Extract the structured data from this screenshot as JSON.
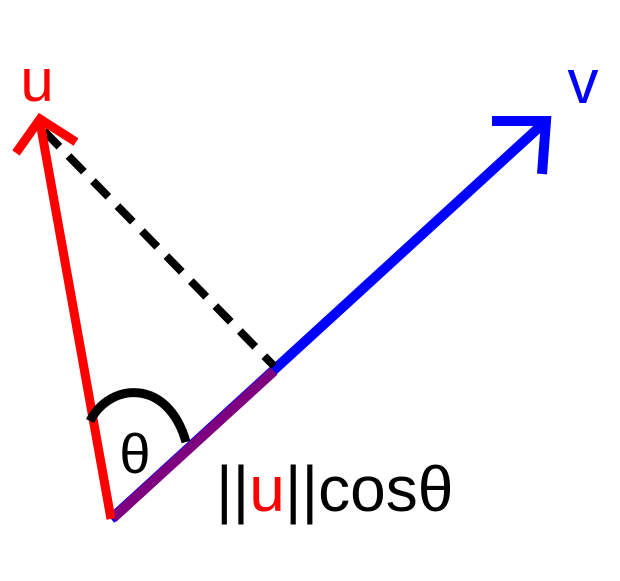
{
  "vectors": {
    "u": {
      "label": "u",
      "color": "#ff0000"
    },
    "v": {
      "label": "v",
      "color": "#0000ff"
    }
  },
  "projection": {
    "color": "#7f007f",
    "dashed_color": "#000000"
  },
  "angle": {
    "symbol": "θ",
    "arc_color": "#000000"
  },
  "formula": {
    "prefix": "||",
    "vector": "u",
    "suffix": "||cosθ"
  }
}
